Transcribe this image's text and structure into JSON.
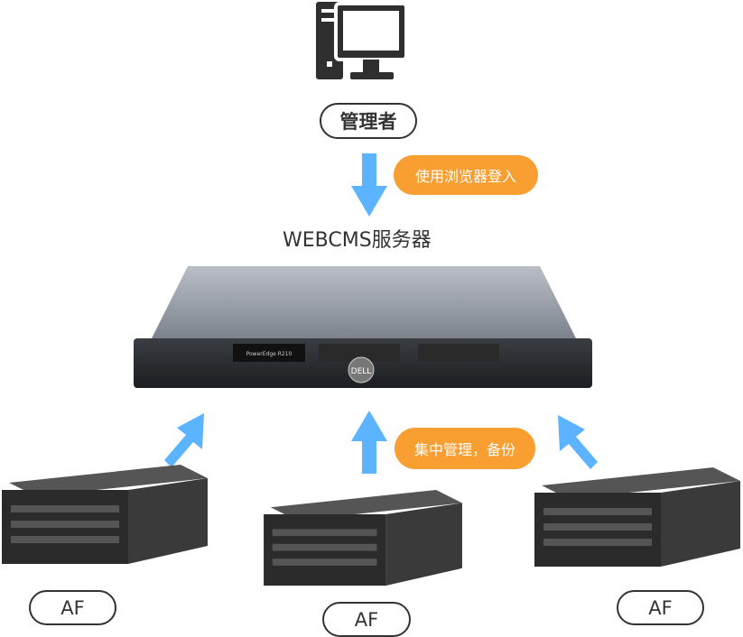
{
  "admin": {
    "icon": "desktop-computer-icon",
    "label": "管理者"
  },
  "login_note": "使用浏览器登入",
  "server": {
    "label": "WEBCMS服务器",
    "model": "PowerEdge R210",
    "brand": "DELL"
  },
  "manage_note": "集中管理，备份",
  "devices": [
    {
      "label": "AF"
    },
    {
      "label": "AF"
    },
    {
      "label": "AF"
    }
  ],
  "colors": {
    "arrow": "#5cb3ff",
    "note": "#f99e31",
    "text": "#333333"
  }
}
